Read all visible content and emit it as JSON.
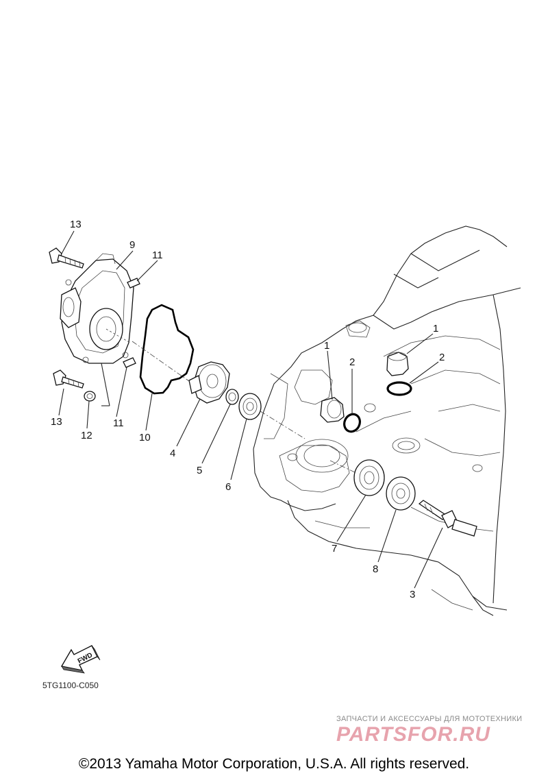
{
  "diagram_code": "5TG1100-C050",
  "fwd_label": "FWD",
  "copyright": "©2013 Yamaha Motor Corporation, U.S.A. All rights reserved.",
  "watermark": {
    "subtitle": "ЗАПЧАСТИ И АКСЕССУАРЫ ДЛЯ МОТОТЕХНИКИ",
    "brand": "PARTSFOR.RU"
  },
  "callouts": {
    "c13a": "13",
    "c9": "9",
    "c11a": "11",
    "c13b": "13",
    "c12": "12",
    "c11b": "11",
    "c10": "10",
    "c4": "4",
    "c5": "5",
    "c6": "6",
    "c1a": "1",
    "c2a": "2",
    "c1b": "1",
    "c2b": "2",
    "c7": "7",
    "c8": "8",
    "c3": "3"
  }
}
